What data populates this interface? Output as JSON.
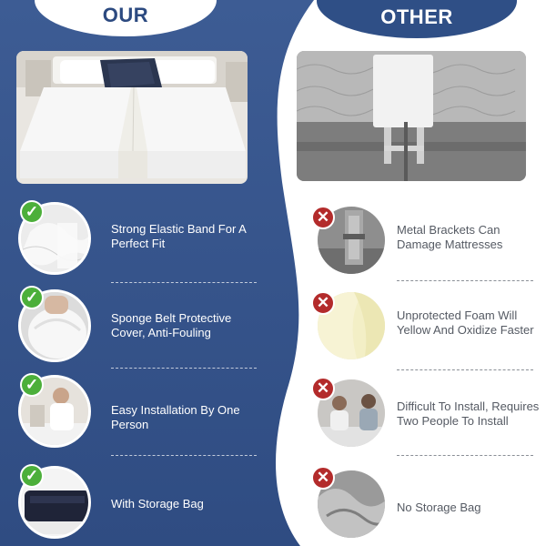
{
  "headers": {
    "ours": "OUR",
    "other": "OTHER"
  },
  "colors": {
    "panel_blue": "#3a5a92",
    "check_green": "#4caf3a",
    "cross_red": "#b32b2b",
    "header_text_blue": "#2c4a80"
  },
  "ours": {
    "features": [
      {
        "icon": "check-icon",
        "text": "Strong Elastic Band For A Perfect Fit"
      },
      {
        "icon": "check-icon",
        "text": "Sponge Belt Protective Cover, Anti-Fouling"
      },
      {
        "icon": "check-icon",
        "text": "Easy Installation By One Person"
      },
      {
        "icon": "check-icon",
        "text": "With Storage Bag"
      }
    ]
  },
  "other": {
    "features": [
      {
        "icon": "cross-icon",
        "text": "Metal Brackets Can Damage Mattresses"
      },
      {
        "icon": "cross-icon",
        "text": "Unprotected Foam Will Yellow And Oxidize Faster"
      },
      {
        "icon": "cross-icon",
        "text": "Difficult To Install, Requires Two People To Install"
      },
      {
        "icon": "cross-icon",
        "text": "No Storage Bag"
      }
    ]
  }
}
